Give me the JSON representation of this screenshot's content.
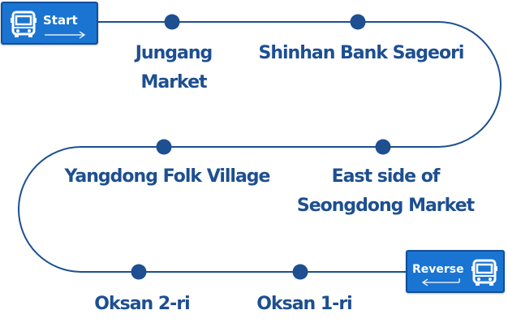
{
  "badges": {
    "start_label": "Start",
    "reverse_label": "Reverse"
  },
  "stops": {
    "jungang": "Jungang\nMarket",
    "shinhan": "Shinhan Bank Sageori",
    "yangdong": "Yangdong Folk Village",
    "eastside": "East side of\nSeongdong Market",
    "oksan2": "Oksan 2-ri",
    "oksan1": "Oksan 1-ri"
  },
  "icons": {
    "start_bus": "bus-icon",
    "reverse_bus": "bus-icon",
    "start_arrow": "arrow-right-icon",
    "reverse_arrow": "arrow-left-icon",
    "stop_marker": "stop-dot-icon"
  },
  "colors": {
    "route_line": "#1d4f91",
    "stop_dot": "#1d4f91",
    "label_text": "#1d4f91",
    "badge_fill": "#1a74d2",
    "badge_border": "#0f4f99"
  }
}
